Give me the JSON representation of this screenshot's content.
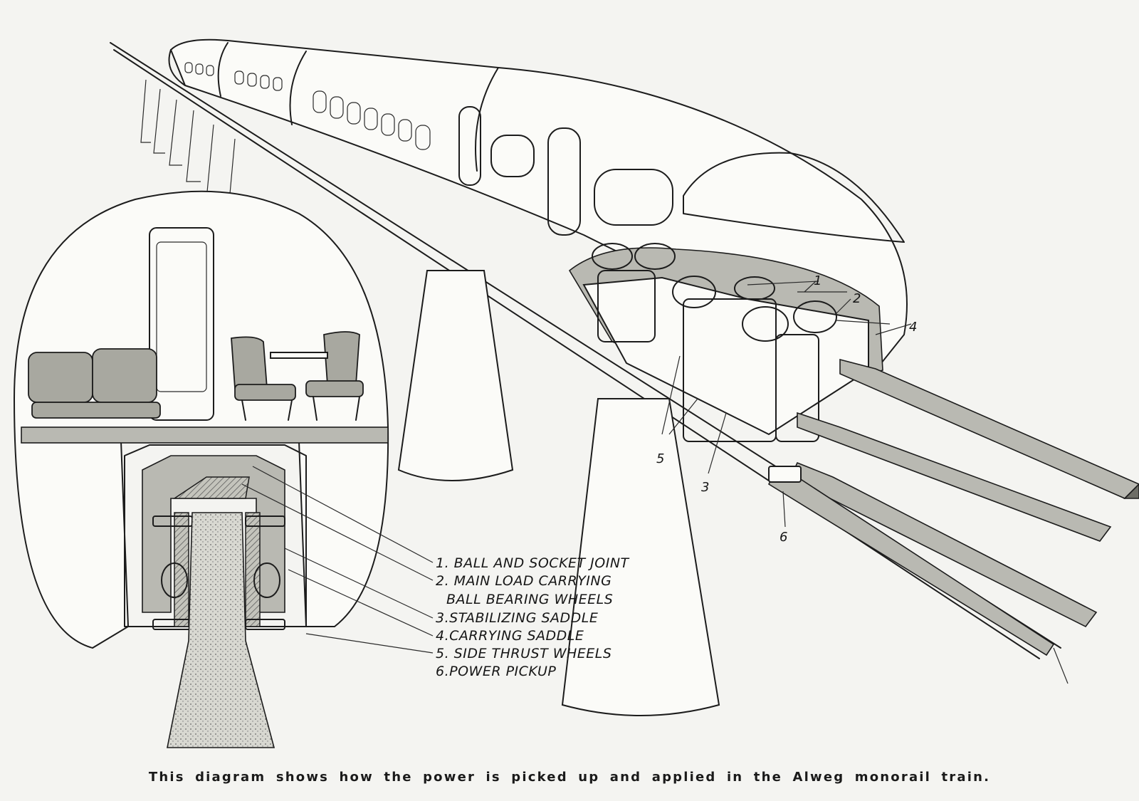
{
  "legend": {
    "items": [
      "1. BALL AND SOCKET JOINT",
      "2. MAIN LOAD CARRYING",
      "BALL BEARING WHEELS",
      "3.STABILIZING SADDLE",
      "4.CARRYING SADDLE",
      "5. SIDE THRUST WHEELS",
      "6.POWER PICKUP"
    ]
  },
  "callouts": {
    "n1": "1",
    "n2": "2",
    "n3": "3",
    "n4": "4",
    "n5": "5",
    "n6": "6"
  },
  "caption": "This diagram shows how the power is picked up and applied in the Alweg monorail train."
}
